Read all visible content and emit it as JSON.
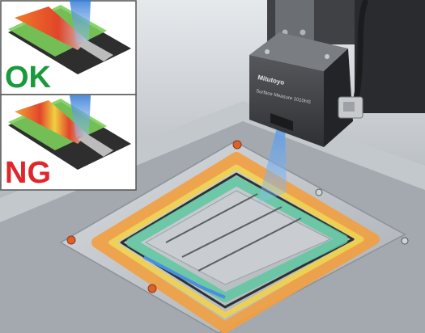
{
  "inset_ok": {
    "label": "OK",
    "label_color": "#1a9a3c"
  },
  "inset_ng": {
    "label": "NG",
    "label_color": "#e0262b"
  },
  "sensor": {
    "brand": "Mitutoyo",
    "model_text": "Surface Measure 1010HS"
  },
  "colors": {
    "background_top": "#c9ced2",
    "background_bottom": "#7e858b",
    "plate": "#b9bec3",
    "beam": "#4a8ee0",
    "orange_band": "#f2a040",
    "yellow_band": "#f2d24a",
    "green_band": "#5ec8a0",
    "sample_dark": "#2e2e2e",
    "sample_green": "#7ccf5a",
    "bead_red": "#e04a2a",
    "sensor_body": "#4a4c50"
  }
}
